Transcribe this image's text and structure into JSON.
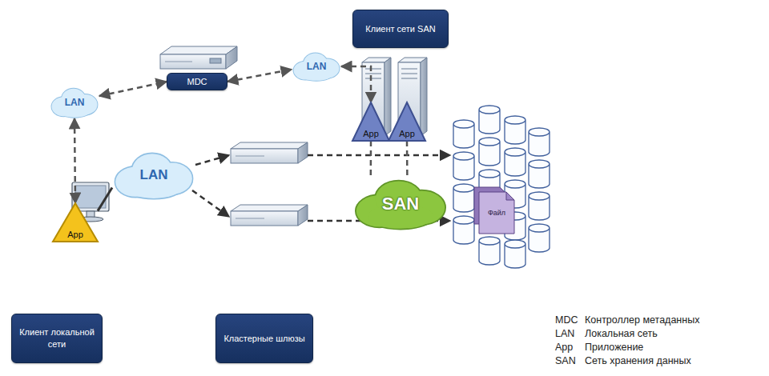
{
  "diagram": {
    "nodes": [
      {
        "text": [
          "Клиент сети SAN"
        ]
      },
      {
        "text": [
          "LAN"
        ]
      },
      {
        "text": [
          "MDC"
        ]
      },
      {
        "text": [
          "LAN"
        ]
      },
      {
        "text": [
          "App"
        ]
      },
      {
        "text": [
          "App"
        ]
      },
      {
        "text": [
          "App"
        ]
      },
      {
        "text": [
          "LAN"
        ]
      },
      {
        "text": [
          "SAN"
        ]
      },
      {
        "text": [
          "Файл"
        ]
      },
      {
        "text": [
          "Клиент локальной сети"
        ]
      },
      {
        "text": [
          "Кластерные шлюзы"
        ]
      }
    ],
    "edges": [
      {
        "from": 2,
        "to": 1,
        "arrow": "both"
      },
      {
        "from": 1,
        "to": 4,
        "arrow": "both"
      },
      {
        "from": 3,
        "to": 2,
        "arrow": "both"
      },
      {
        "from": 3,
        "to": 6,
        "arrow": "both"
      },
      {
        "from": 6,
        "to": 7,
        "arrow": "none"
      },
      {
        "from": 4,
        "to": 8,
        "arrow": "none"
      },
      {
        "from": 5,
        "to": 8,
        "arrow": "none"
      }
    ],
    "labels": [
      "MDC",
      "Контроллер метаданных",
      "LAN",
      "Локальная сеть",
      "App",
      "Приложение",
      "SAN",
      "Сеть хранения данных"
    ]
  }
}
